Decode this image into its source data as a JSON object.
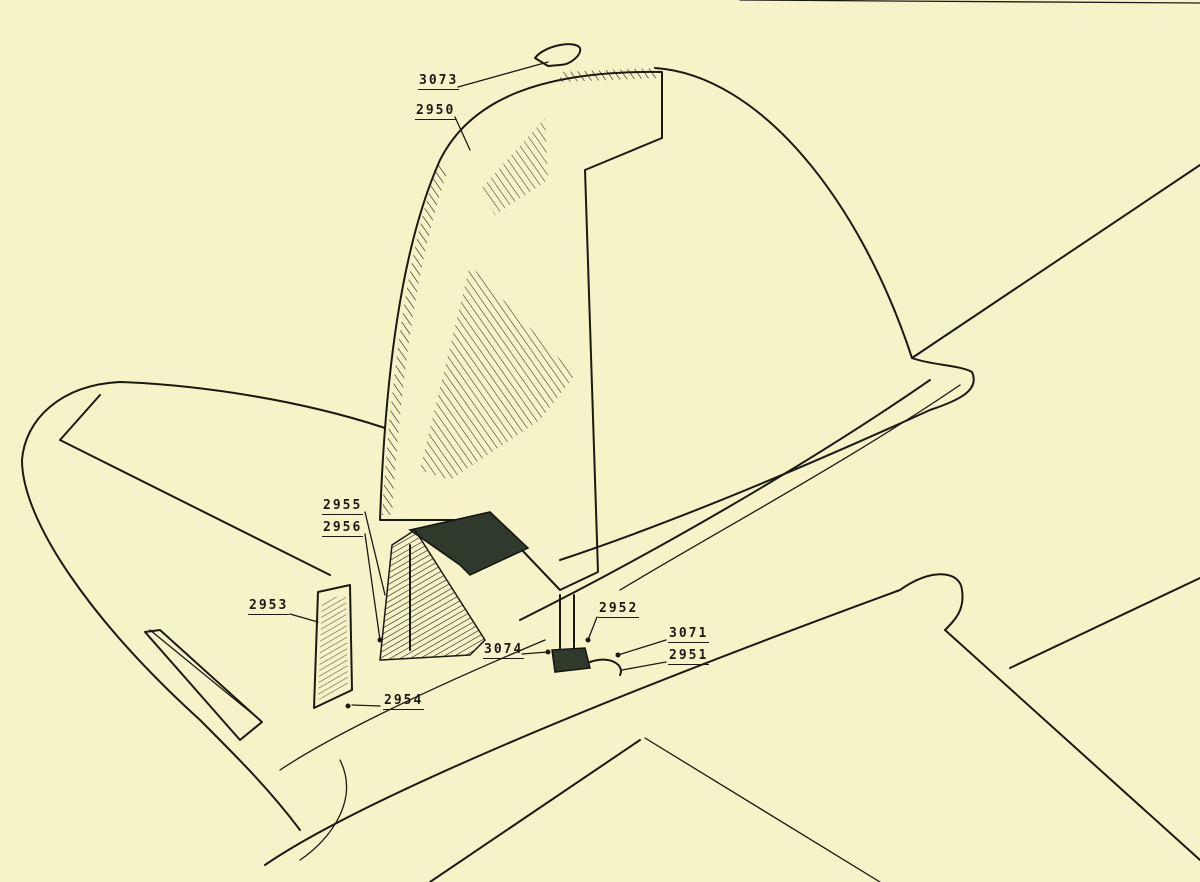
{
  "labels": {
    "p3073": "3073",
    "p2950": "2950",
    "p2955": "2955",
    "p2956": "2956",
    "p2953": "2953",
    "p2954": "2954",
    "p2952": "2952",
    "p3074": "3074",
    "p3071": "3071",
    "p2951": "2951"
  }
}
